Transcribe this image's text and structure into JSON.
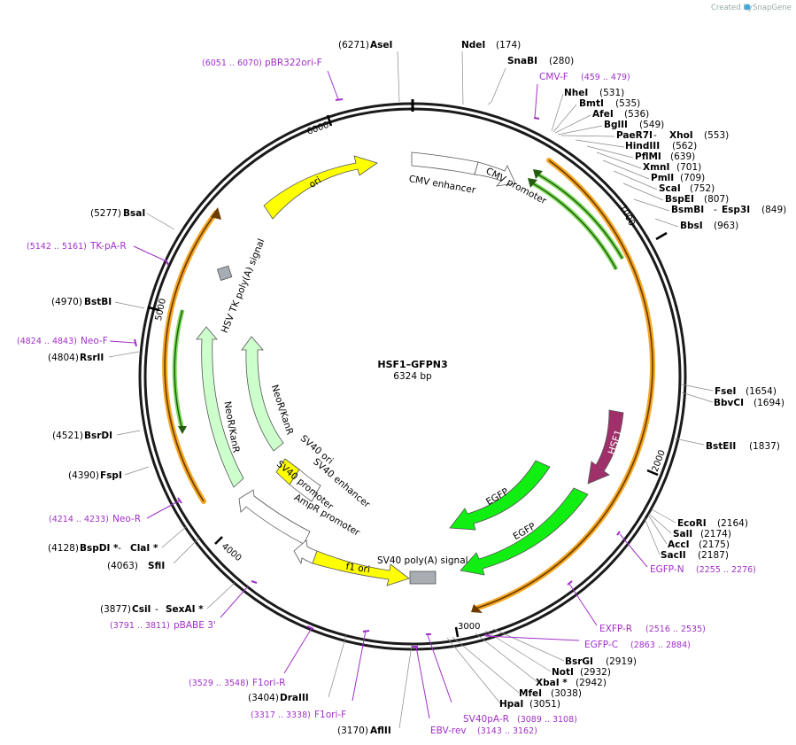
{
  "watermark": {
    "created_by": "Created by",
    "brand": "SnapGene"
  },
  "plasmid": {
    "name": "HSF1–GFPN3",
    "length": "6324 bp"
  },
  "ticks": [
    "1000",
    "2000",
    "3000",
    "4000",
    "5000",
    "6000"
  ],
  "features": {
    "cmv_enhancer": "CMV enhancer",
    "cmv_promoter": "CMV promoter",
    "ori": "ori",
    "hsv_tk": "HSV TK poly(A) signal",
    "neo1": "NeoR/KanR",
    "neo2": "NeoR/KanR",
    "sv40_ori": "SV40 ori",
    "sv40_enh": "SV40 enhancer",
    "sv40_prom": "SV40 promoter",
    "ampr_prom": "AmpR promoter",
    "f1": "f1 ori",
    "sv40_polya": "SV40 poly(A) signal",
    "hsf1": "HSF1",
    "egfp1": "EGFP",
    "egfp2": "EGFP"
  },
  "sites": {
    "asei": {
      "num": "(6271)",
      "name": "AseI"
    },
    "ndei": {
      "name": "NdeI",
      "num": "(174)"
    },
    "snabi": {
      "name": "SnaBI",
      "num": "(280)"
    },
    "nhei": {
      "name": "NheI",
      "num": "(531)"
    },
    "bmti": {
      "name": "BmtI",
      "num": "(535)"
    },
    "afei": {
      "name": "AfeI",
      "num": "(536)"
    },
    "bglii": {
      "name": "BglII",
      "num": "(549)"
    },
    "paer7i": {
      "name": "PaeR7I",
      "sep": " - ",
      "name2": "XhoI",
      "num": "(553)"
    },
    "hindiii": {
      "name": "HindIII",
      "num": "(562)"
    },
    "pflmi": {
      "name": "PflMI",
      "num": "(639)"
    },
    "xmni": {
      "name": "XmnI",
      "num": "(701)"
    },
    "pmli": {
      "name": "PmlI",
      "num": "(709)"
    },
    "scai": {
      "name": "ScaI",
      "num": "(752)"
    },
    "bspei": {
      "name": "BspEI",
      "num": "(807)"
    },
    "bsmbi": {
      "name": "BsmBI",
      "sep": " - ",
      "name2": "Esp3I",
      "num": "(849)"
    },
    "bbsi": {
      "name": "BbsI",
      "num": "(963)"
    },
    "fsei": {
      "name": "FseI",
      "num": "(1654)"
    },
    "bbvci": {
      "name": "BbvCI",
      "num": "(1694)"
    },
    "bsteii": {
      "name": "BstEII",
      "num": "(1837)"
    },
    "ecori": {
      "name": "EcoRI",
      "num": "(2164)"
    },
    "sali": {
      "name": "SalI",
      "num": "(2174)"
    },
    "acci": {
      "name": "AccI",
      "num": "(2175)"
    },
    "sacii": {
      "name": "SacII",
      "num": "(2187)"
    },
    "bsrgi": {
      "name": "BsrGI",
      "num": "(2919)"
    },
    "noti": {
      "name": "NotI",
      "num": "(2932)"
    },
    "xbai": {
      "name": "XbaI *",
      "num": "(2942)"
    },
    "mfei": {
      "name": "MfeI",
      "num": "(3038)"
    },
    "hpai": {
      "name": "HpaI",
      "num": "(3051)"
    },
    "aflii": {
      "num": "(3170)",
      "name": "AflII"
    },
    "draiii": {
      "num": "(3404)",
      "name": "DraIII"
    },
    "csii": {
      "num": "(3877)",
      "name": "CsiI",
      "sep": " - ",
      "name2": "SexAI *"
    },
    "sfii": {
      "num": "(4063)",
      "name": "SfiI"
    },
    "bspdi": {
      "num": "(4128)",
      "name": "BspDI *",
      "sep": " - ",
      "name2": "ClaI *"
    },
    "fspi": {
      "num": "(4390)",
      "name": "FspI"
    },
    "bsrdi": {
      "num": "(4521)",
      "name": "BsrDI"
    },
    "rsrii": {
      "num": "(4804)",
      "name": "RsrII"
    },
    "bstbi": {
      "num": "(4970)",
      "name": "BstBI"
    },
    "bsai": {
      "num": "(5277)",
      "name": "BsaI"
    }
  },
  "primers": {
    "pbr322": {
      "num": "(6051 .. 6070)",
      "name": "pBR322ori-F"
    },
    "cmvf": {
      "name": "CMV-F",
      "num": "(459 .. 479)"
    },
    "tkpa": {
      "num": "(5142 .. 5161)",
      "name": "TK-pA-R"
    },
    "neof": {
      "num": "(4824 .. 4843)",
      "name": "Neo-F"
    },
    "neor": {
      "num": "(4214 .. 4233)",
      "name": "Neo-R"
    },
    "pbabe": {
      "num": "(3791 .. 3811)",
      "name": "pBABE 3'"
    },
    "f1orir": {
      "num": "(3529 .. 3548)",
      "name": "F1ori-R"
    },
    "f1orif": {
      "num": "(3317 .. 3338)",
      "name": "F1ori-F"
    },
    "ebv": {
      "name": "EBV-rev"
    },
    "sv40pa": {
      "name": "SV40pA-R",
      "num": "(3089 .. 3108)"
    },
    "ebvnum": {
      "num": "(3143 .. 3162)"
    },
    "egfpn": {
      "name": "EGFP-N",
      "num": "(2255 .. 2276)"
    },
    "exfpr": {
      "name": "EXFP-R",
      "num": "(2516 .. 2535)"
    },
    "egfpc": {
      "name": "EGFP-C",
      "num": "(2863 .. 2884)"
    }
  },
  "colors": {
    "backbone": "#1a1a1a",
    "ori": "#ffff00",
    "marker": "#ccffcc",
    "gfp": "#11ee11",
    "hsf1": "#a0306a",
    "orange": "#f5a623",
    "primer": "#a030c8",
    "grey": "#a8adb3"
  }
}
